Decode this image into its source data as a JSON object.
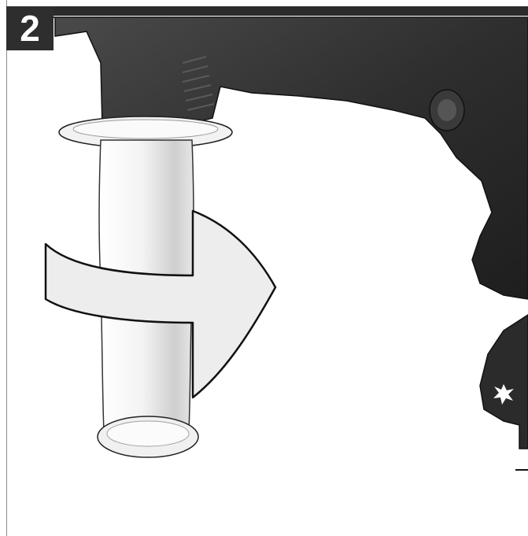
{
  "step": {
    "number": "2"
  },
  "colors": {
    "tool_body": "#2b2b2b",
    "tool_highlight": "#4a4a4a",
    "handle": "#f1f1f1",
    "arrow_fill": "#efefef",
    "outline": "#111111",
    "badge_bg": "#2e2e2e"
  },
  "icons": {
    "rotate_direction": "curved-arrow-right",
    "depth_stop_mark": "star-burst"
  }
}
